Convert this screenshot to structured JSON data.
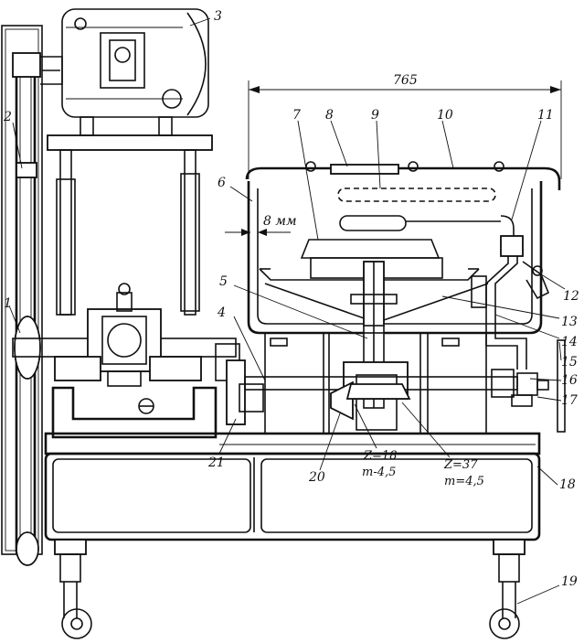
{
  "dimensions": {
    "overall_width": "765",
    "gap": "8 мм"
  },
  "gears": {
    "small": {
      "z": "Z=18",
      "m": "m-4,5"
    },
    "large": {
      "z": "Z=37",
      "m": "m=4,5"
    }
  },
  "labels": [
    "1",
    "2",
    "3",
    "4",
    "5",
    "6",
    "7",
    "8",
    "9",
    "10",
    "11",
    "12",
    "13",
    "14",
    "15",
    "16",
    "17",
    "18",
    "19",
    "20",
    "21"
  ],
  "colors": {
    "ink": "#111111",
    "paper": "#ffffff",
    "hatch": "#111111"
  }
}
